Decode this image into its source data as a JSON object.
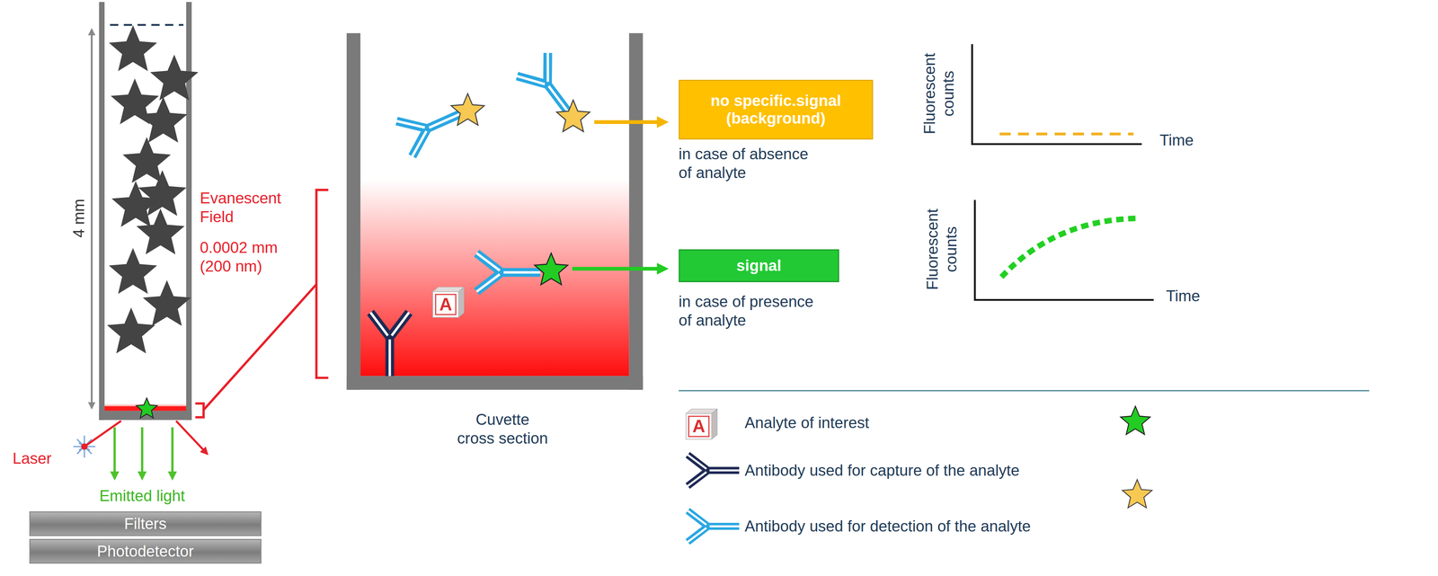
{
  "diagram": {
    "nodes": [
      {
        "text": [
          "no specific.signal (background)"
        ]
      },
      {
        "text": [
          "signal"
        ]
      },
      {
        "text": [
          "Filters"
        ]
      },
      {
        "text": [
          "Photodetector"
        ]
      }
    ],
    "labels": [
      "4 mm",
      "Evanescent Field",
      "0.0002 mm (200 nm)",
      "Laser",
      "Emitted light",
      "A",
      "Cuvette cross section",
      "in case of absence of analyte",
      "in case of presence of analyte",
      "Fluorescent counts",
      "Time",
      "Fluorescent counts",
      "Time",
      "A"
    ],
    "legend": [
      {
        "text": "Analyte of interest"
      },
      {
        "text": "Antibody used for capture of the analyte"
      },
      {
        "text": "Antibody used for detection of the analyte"
      }
    ]
  }
}
